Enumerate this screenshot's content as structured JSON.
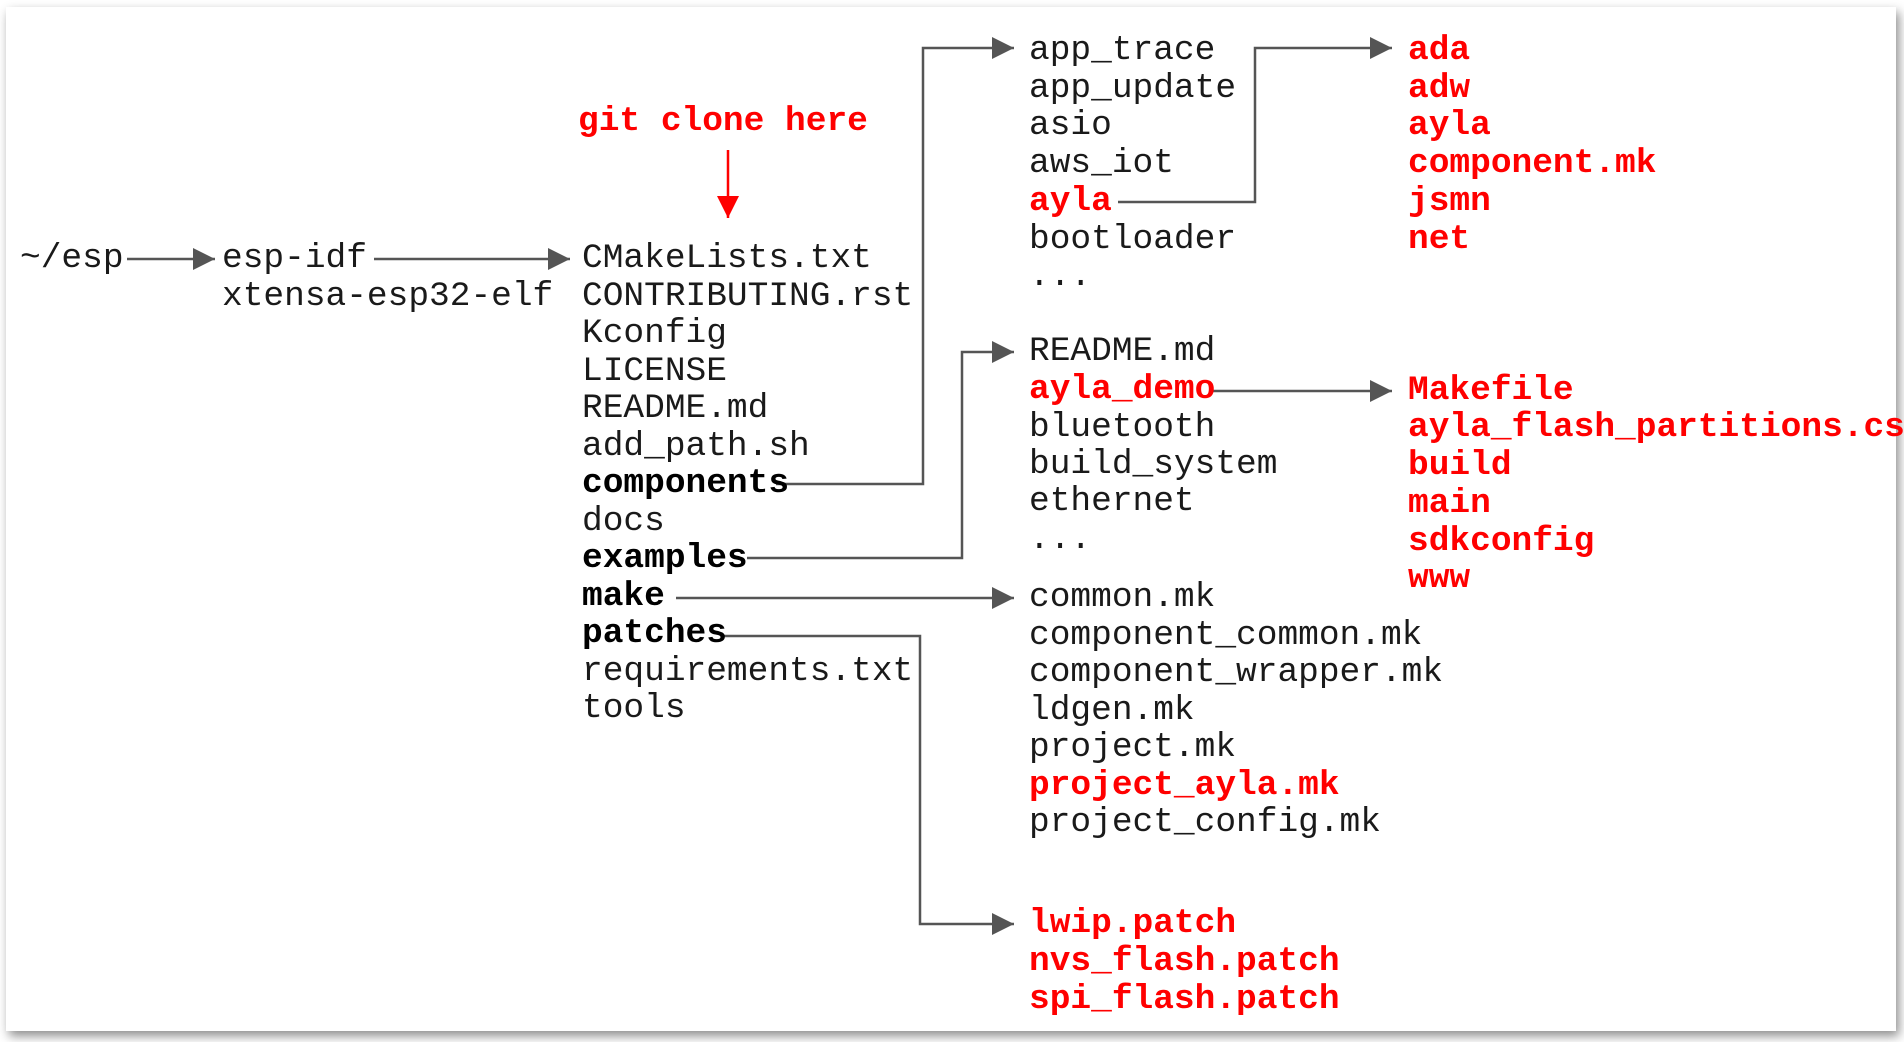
{
  "colors": {
    "text": "#1a1a1a",
    "highlight": "#ff0000",
    "connector": "#555555",
    "background": "#ffffff"
  },
  "root": {
    "label": "~/esp"
  },
  "level1": [
    "esp-idf",
    "xtensa-esp32-elf"
  ],
  "annotation": {
    "label": "git clone here"
  },
  "esp_idf_contents": [
    "CMakeLists.txt",
    "CONTRIBUTING.rst",
    "Kconfig",
    "LICENSE",
    "README.md",
    "add_path.sh",
    "components",
    "docs",
    "examples",
    "make",
    "patches",
    "requirements.txt",
    "tools"
  ],
  "components_contents": [
    "app_trace",
    "app_update",
    "asio",
    "aws_iot",
    "ayla",
    "bootloader",
    "..."
  ],
  "ayla_contents": [
    "ada",
    "adw",
    "ayla",
    "component.mk",
    "jsmn",
    "net"
  ],
  "examples_contents": [
    "README.md",
    "ayla_demo",
    "bluetooth",
    "build_system",
    "ethernet",
    "..."
  ],
  "ayla_demo_contents": [
    "Makefile",
    "ayla_flash_partitions.csv",
    "build",
    "main",
    "sdkconfig",
    "www"
  ],
  "make_contents": [
    "common.mk",
    "component_common.mk",
    "component_wrapper.mk",
    "ldgen.mk",
    "project.mk",
    "project_ayla.mk",
    "project_config.mk"
  ],
  "patches_contents": [
    "lwip.patch",
    "nvs_flash.patch",
    "spi_flash.patch"
  ]
}
